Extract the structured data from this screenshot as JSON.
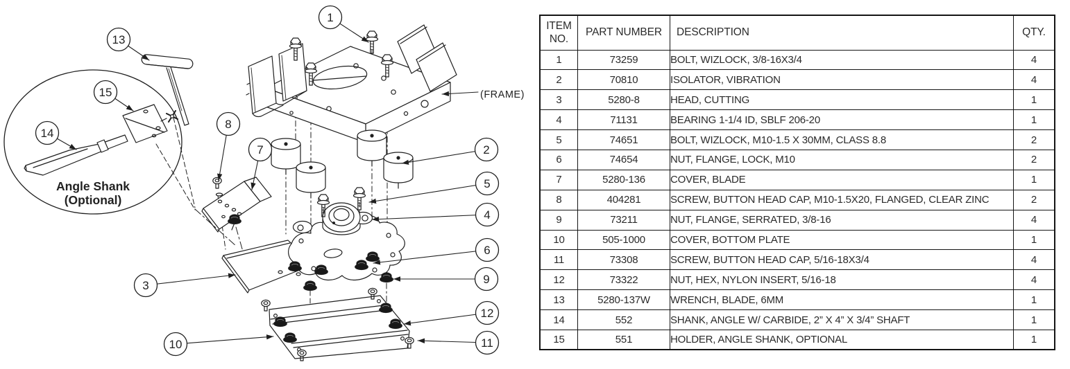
{
  "diagram": {
    "frame_label": "(FRAME)",
    "detail_caption_line1": "Angle Shank",
    "detail_caption_line2": "(Optional)",
    "balloons": [
      "1",
      "2",
      "3",
      "4",
      "5",
      "6",
      "7",
      "8",
      "9",
      "10",
      "11",
      "12",
      "13",
      "14",
      "15"
    ]
  },
  "table": {
    "headers": {
      "item": "ITEM NO.",
      "part": "PART NUMBER",
      "desc": "DESCRIPTION",
      "qty": "QTY."
    },
    "rows": [
      {
        "item": "1",
        "part": "73259",
        "desc": "BOLT, WIZLOCK, 3/8-16X3/4",
        "qty": "4"
      },
      {
        "item": "2",
        "part": "70810",
        "desc": "ISOLATOR, VIBRATION",
        "qty": "4"
      },
      {
        "item": "3",
        "part": "5280-8",
        "desc": "HEAD, CUTTING",
        "qty": "1"
      },
      {
        "item": "4",
        "part": "71131",
        "desc": "BEARING 1-1/4 ID, SBLF 206-20",
        "qty": "1"
      },
      {
        "item": "5",
        "part": "74651",
        "desc": "BOLT, WIZLOCK, M10-1.5 X 30MM, CLASS 8.8",
        "qty": "2"
      },
      {
        "item": "6",
        "part": "74654",
        "desc": "NUT, FLANGE, LOCK, M10",
        "qty": "2"
      },
      {
        "item": "7",
        "part": "5280-136",
        "desc": "COVER, BLADE",
        "qty": "1"
      },
      {
        "item": "8",
        "part": "404281",
        "desc": "SCREW, BUTTON HEAD CAP, M10-1.5X20, FLANGED, CLEAR ZINC",
        "qty": "2"
      },
      {
        "item": "9",
        "part": "73211",
        "desc": "NUT, FLANGE, SERRATED, 3/8-16",
        "qty": "4"
      },
      {
        "item": "10",
        "part": "505-1000",
        "desc": "COVER, BOTTOM PLATE",
        "qty": "1"
      },
      {
        "item": "11",
        "part": "73308",
        "desc": "SCREW, BUTTON HEAD CAP, 5/16-18X3/4",
        "qty": "4"
      },
      {
        "item": "12",
        "part": "73322",
        "desc": "NUT, HEX, NYLON INSERT, 5/16-18",
        "qty": "4"
      },
      {
        "item": "13",
        "part": "5280-137W",
        "desc": "WRENCH, BLADE, 6MM",
        "qty": "1"
      },
      {
        "item": "14",
        "part": "552",
        "desc": "SHANK, ANGLE W/ CARBIDE, 2” X 4” X 3/4” SHAFT",
        "qty": "1"
      },
      {
        "item": "15",
        "part": "551",
        "desc": "HOLDER, ANGLE SHANK, OPTIONAL",
        "qty": "1"
      }
    ]
  }
}
